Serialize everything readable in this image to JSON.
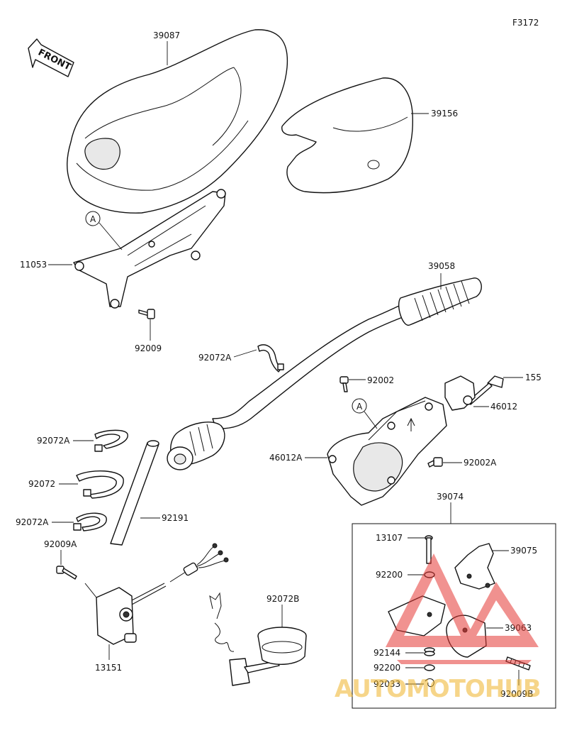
{
  "figure_code": "F3172",
  "direction_label": "FRONT",
  "callouts": {
    "cover_rear": "39087",
    "cover_front": "39156",
    "bracket": "11053",
    "bolt_bracket": "92009",
    "handlebar": "39058",
    "clamp_strap_upper": "92072A",
    "bolt_upper_small": "92002",
    "bolt_holder": "155",
    "holder_upper": "46012",
    "holder_lower": "46012A",
    "bolt_holder_lower": "92002A",
    "strap_left_1": "92072A",
    "strap_left_2": "92072",
    "strap_left_3": "92072A",
    "tube": "92191",
    "bolt_switch": "92009A",
    "switch": "13151",
    "lanyard_clip": "92072B",
    "lever_assembly": "39074",
    "pin": "13107",
    "lever": "39075",
    "washer_upper": "92200",
    "lever_base": "39063",
    "spring": "92144",
    "washer_lower": "92200",
    "clip": "92033",
    "bolt_lever": "92009B"
  },
  "ref_marker": "A",
  "watermark": "AUTOMOTOHUB"
}
